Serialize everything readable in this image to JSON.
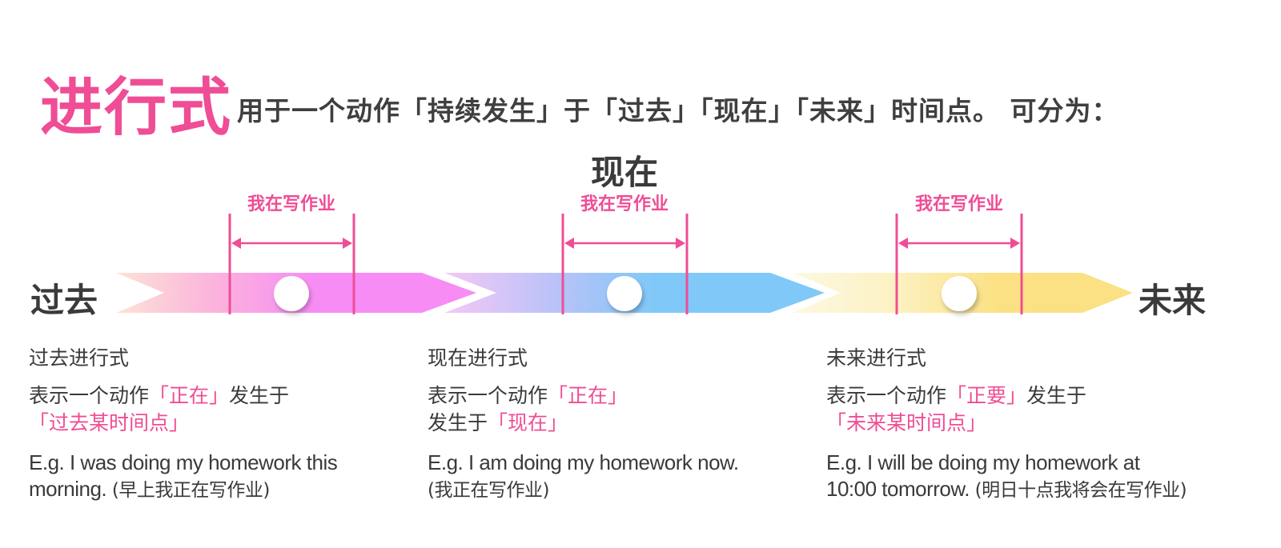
{
  "header": {
    "title": "进行式",
    "subtitle": "用于一个动作「持续发生」于「过去」「现在」「未来」时间点。 可分为："
  },
  "timeline": {
    "past_label": "过去",
    "now_label": "现在",
    "future_label": "未来",
    "span_labels": [
      "我在写作业",
      "我在写作业",
      "我在写作业"
    ]
  },
  "columns": [
    {
      "title": "过去进行式",
      "desc_1": "表示一个动作",
      "desc_2": "「正在」",
      "desc_3": "发生于",
      "desc_4": "「过去某时间点」",
      "eg_1": "E.g.  I was doing my homework this",
      "eg_2a": "morning. ",
      "eg_2b": "(早上我正在写作业)"
    },
    {
      "title": "现在进行式",
      "desc_1": "表示一个动作",
      "desc_2": "「正在」",
      "desc_3": "发生于",
      "desc_4": "「现在」",
      "eg_1": "E.g.  I am doing my homework now.",
      "eg_2a": "",
      "eg_2b": "(我正在写作业)"
    },
    {
      "title": "未来进行式",
      "desc_1": "表示一个动作",
      "desc_2": "「正要」",
      "desc_3": "发生于",
      "desc_4": "「未来某时间点」",
      "eg_1": "E.g.  I will be doing my homework at",
      "eg_2a": "10:00 tomorrow. ",
      "eg_2b": "(明日十点我将会在写作业)"
    }
  ],
  "colors": {
    "accent_pink": "#ef4d95",
    "arrow_pink": "#f78cf5",
    "arrow_blue": "#80c8f8",
    "arrow_yellow": "#fbe184",
    "text_dark": "#3a3a3a"
  }
}
